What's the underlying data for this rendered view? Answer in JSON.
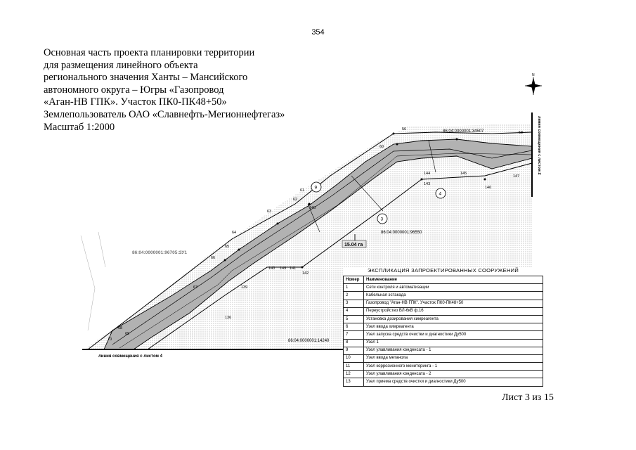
{
  "page_number": "354",
  "header_lines": [
    "Основная часть проекта планировки территории",
    "для размещения линейного объекта",
    "регионального значения Ханты – Мансийского",
    "автономного округа – Югры «Газопровод",
    "«Аган-НВ ГПК». Участок ПК0-ПК48+50»",
    "Землепользователь ОАО «Славнефть-Мегионнефтегаз»",
    "Масштаб 1:2000"
  ],
  "sheet_label": "Лист 3 из 15",
  "north_label": "N",
  "map": {
    "parcels": [
      "86:04:0000001:34507",
      "86:04:0000001:96550",
      "86:04:0000001:96705:ЗУ1",
      "86:04:0000001:14240"
    ],
    "area_label": "15.04 га",
    "match_line_bottom": "линия совмещения с листом 4",
    "match_line_right": "линия совмещения с листом 2",
    "point_labels": [
      "56",
      "60",
      "58",
      "61",
      "62",
      "63",
      "64",
      "65",
      "66",
      "67",
      "68",
      "69",
      "70",
      "143",
      "144",
      "145",
      "146",
      "147",
      "148",
      "149",
      "136",
      "139",
      "140",
      "141",
      "142"
    ],
    "circle_labels": [
      "9",
      "3",
      "4"
    ]
  },
  "legend": {
    "title": "ЭКСПЛИКАЦИЯ ЗАПРОЕКТИРОВАННЫХ СООРУЖЕНИЙ",
    "col_number": "Номер",
    "col_name": "Наименование",
    "rows": [
      {
        "n": "1",
        "name": "Сети контроля и автоматизации"
      },
      {
        "n": "2",
        "name": "Кабельная эстакада"
      },
      {
        "n": "3",
        "name": "Газопровод \"Аган-НВ ГПК\". Участок ПК0-ПК48+50"
      },
      {
        "n": "4",
        "name": "Переустройство ВЛ-6кВ ф.16"
      },
      {
        "n": "5",
        "name": "Установка дозирования химреагента"
      },
      {
        "n": "6",
        "name": "Узел ввода химреагента"
      },
      {
        "n": "7",
        "name": "Узел запуска средств очистки и диагностики Ду500"
      },
      {
        "n": "8",
        "name": "Узел 1"
      },
      {
        "n": "9",
        "name": "Узел улавливания конденсата - 1"
      },
      {
        "n": "10",
        "name": "Узел ввода метанола"
      },
      {
        "n": "11",
        "name": "Узел коррозионного мониторинга - 1"
      },
      {
        "n": "12",
        "name": "Узел улавливания конденсата - 2"
      },
      {
        "n": "13",
        "name": "Узел приема средств очистки и диагностики Ду500"
      }
    ]
  },
  "colors": {
    "ink": "#000000",
    "corridor_fill": "#bdbdbd",
    "dot_fill": "#9a9a9a",
    "paper": "#ffffff"
  }
}
